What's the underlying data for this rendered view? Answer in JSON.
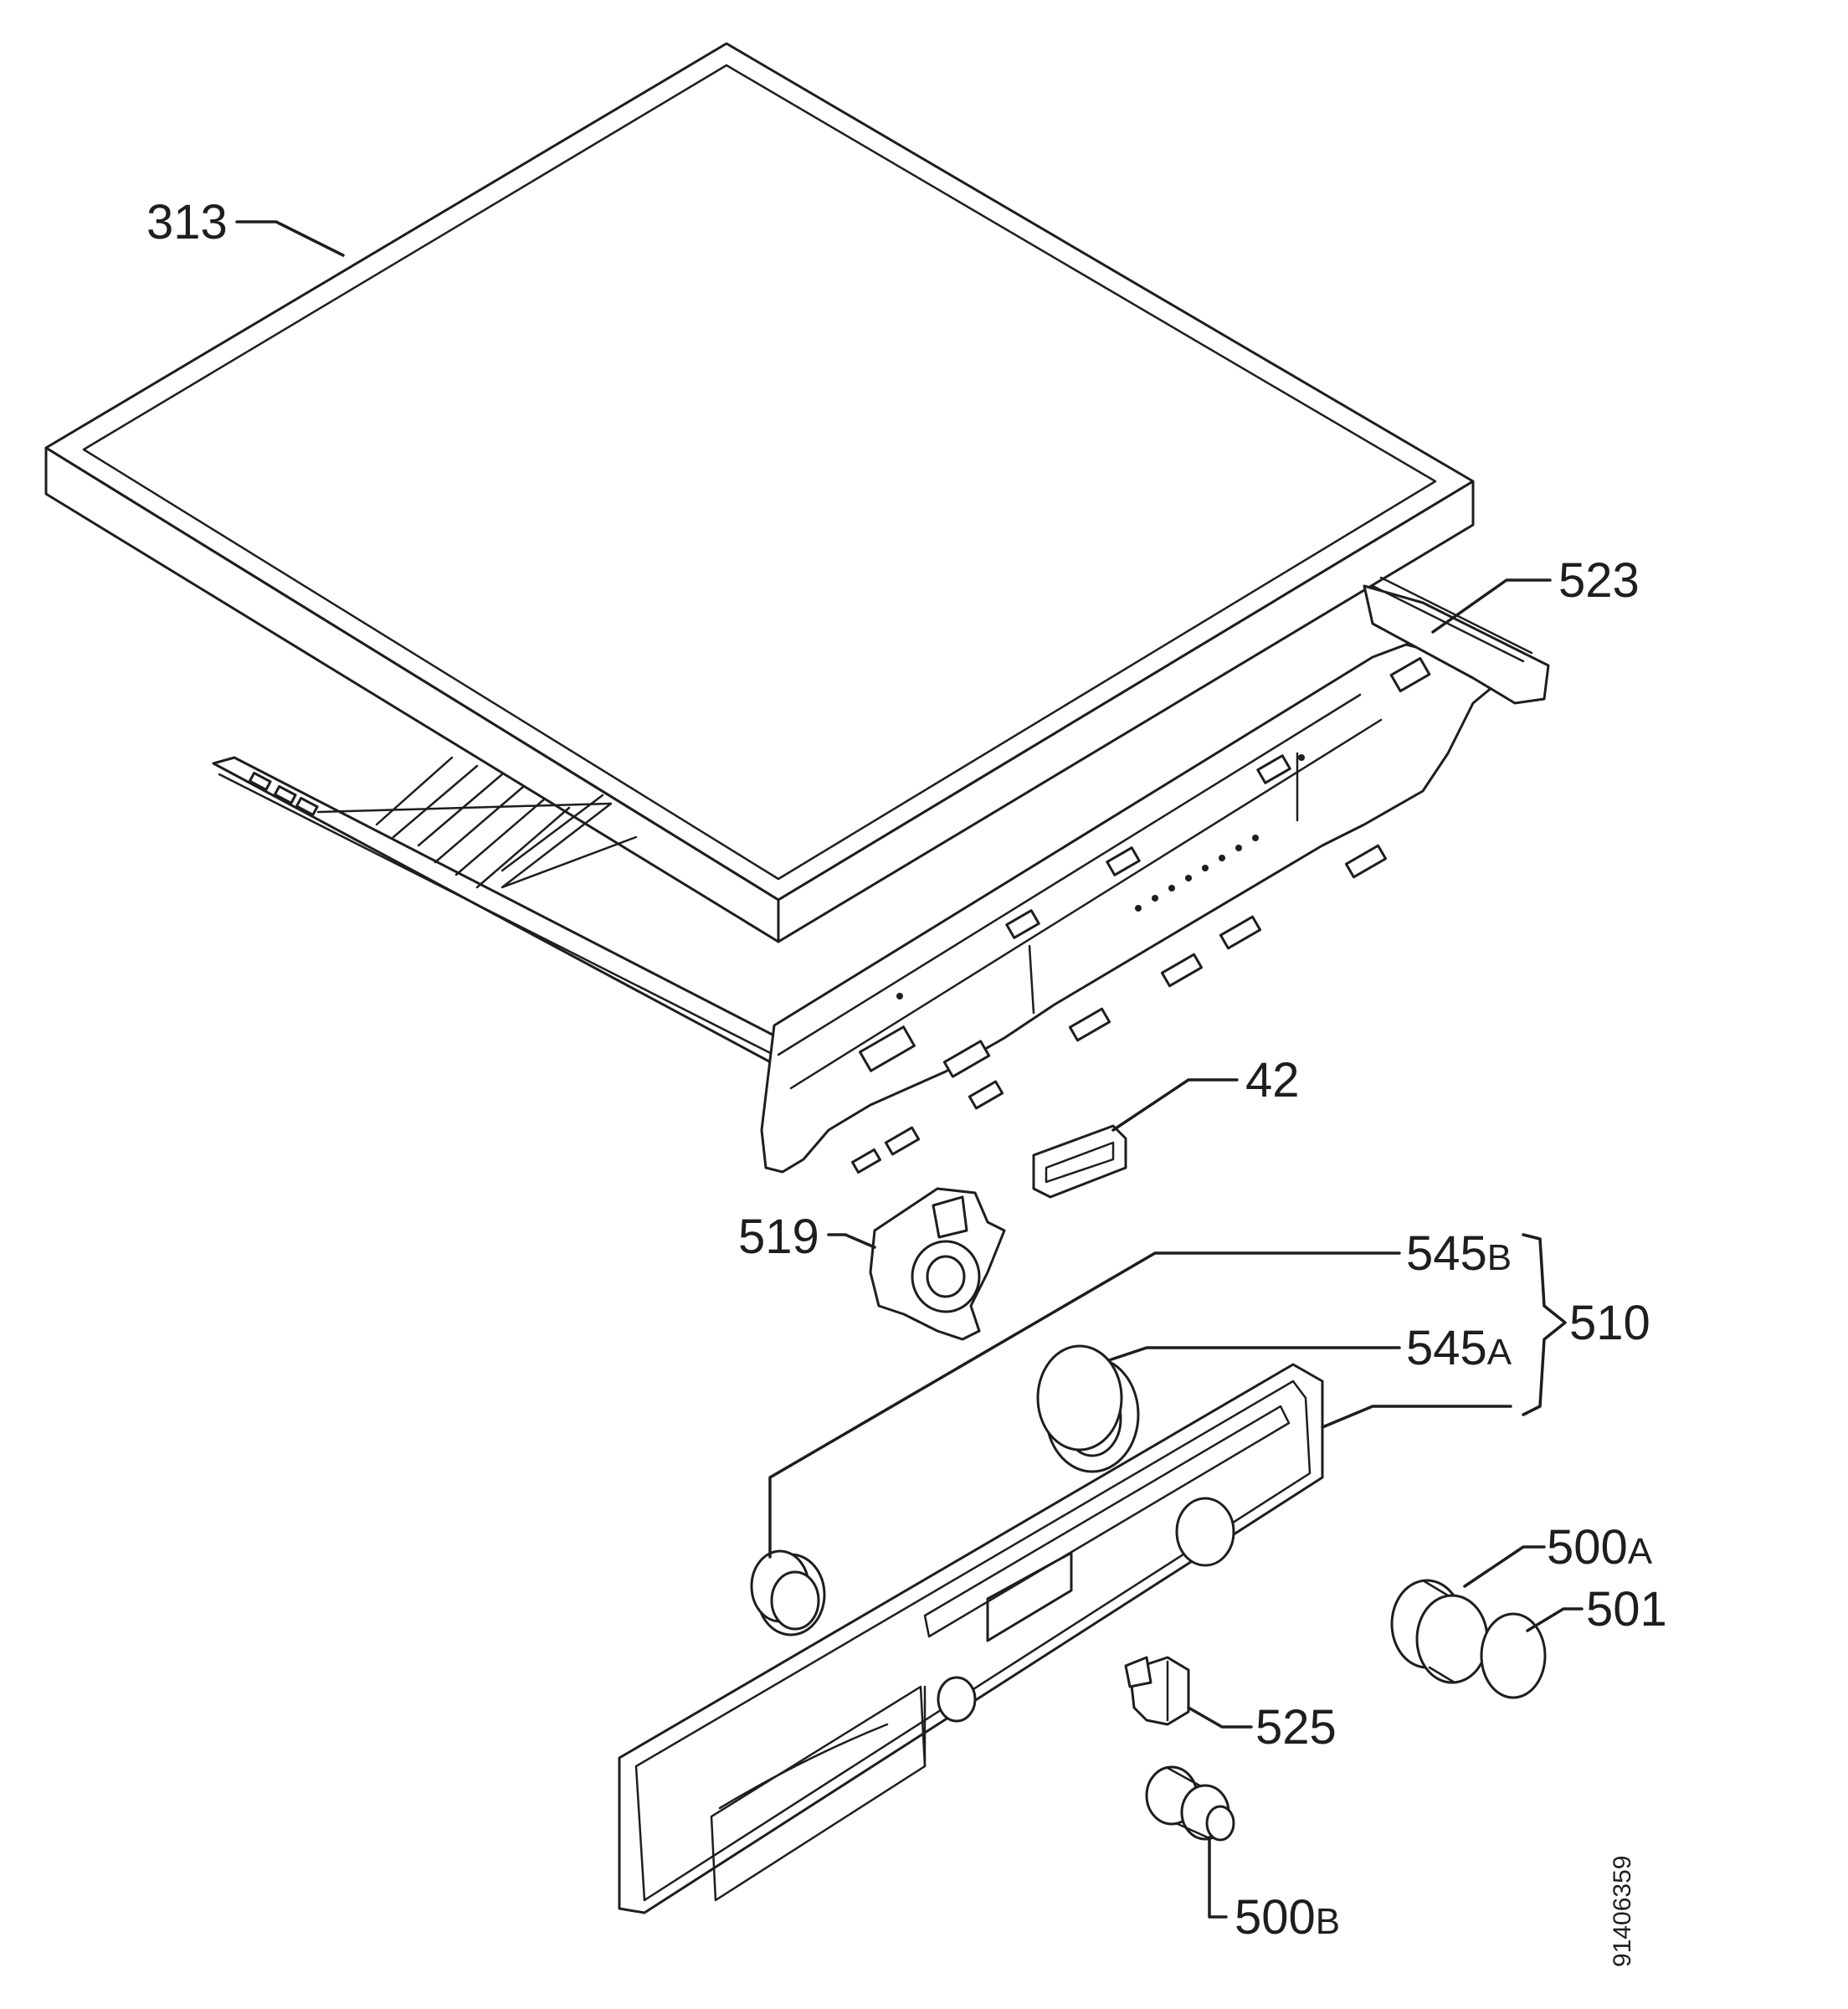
{
  "diagram": {
    "document_number": "91406359",
    "parts": [
      {
        "key": "p313",
        "label": "313"
      },
      {
        "key": "p523",
        "label": "523"
      },
      {
        "key": "p42",
        "label": "42"
      },
      {
        "key": "p519",
        "label": "519"
      },
      {
        "key": "p545b",
        "label": "545",
        "suffix": "B"
      },
      {
        "key": "p545a",
        "label": "545",
        "suffix": "A"
      },
      {
        "key": "p510",
        "label": "510"
      },
      {
        "key": "p500a",
        "label": "500",
        "suffix": "A"
      },
      {
        "key": "p501",
        "label": "501"
      },
      {
        "key": "p525",
        "label": "525"
      },
      {
        "key": "p500b",
        "label": "500",
        "suffix": "B"
      }
    ]
  }
}
